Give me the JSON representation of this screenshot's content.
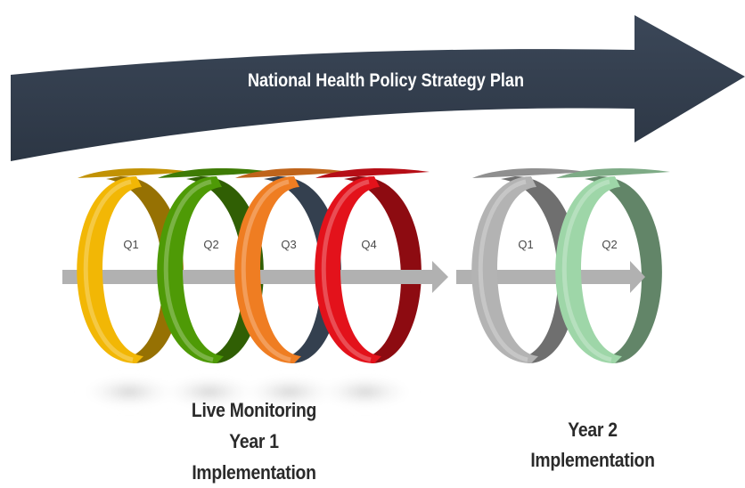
{
  "banner": {
    "title": "National Health Policy Strategy Plan",
    "color": "#34404f"
  },
  "year1": {
    "quarters": [
      {
        "label": "Q1",
        "color": "#f2b705"
      },
      {
        "label": "Q2",
        "color": "#4e9a06"
      },
      {
        "label": "Q3",
        "color": "#ef7d22"
      },
      {
        "label": "Q4",
        "color": "#e3121b"
      }
    ],
    "caption": [
      "Live Monitoring",
      "Year 1",
      "Implementation"
    ]
  },
  "year2": {
    "quarters": [
      {
        "label": "Q1",
        "color": "#b3b3b3"
      },
      {
        "label": "Q2",
        "color": "#9ed6a8"
      }
    ],
    "caption": [
      "Year 2",
      "Implementation"
    ]
  },
  "colors": {
    "axis_arrow": "#b1b1b1",
    "q3_back": "#34404f"
  }
}
